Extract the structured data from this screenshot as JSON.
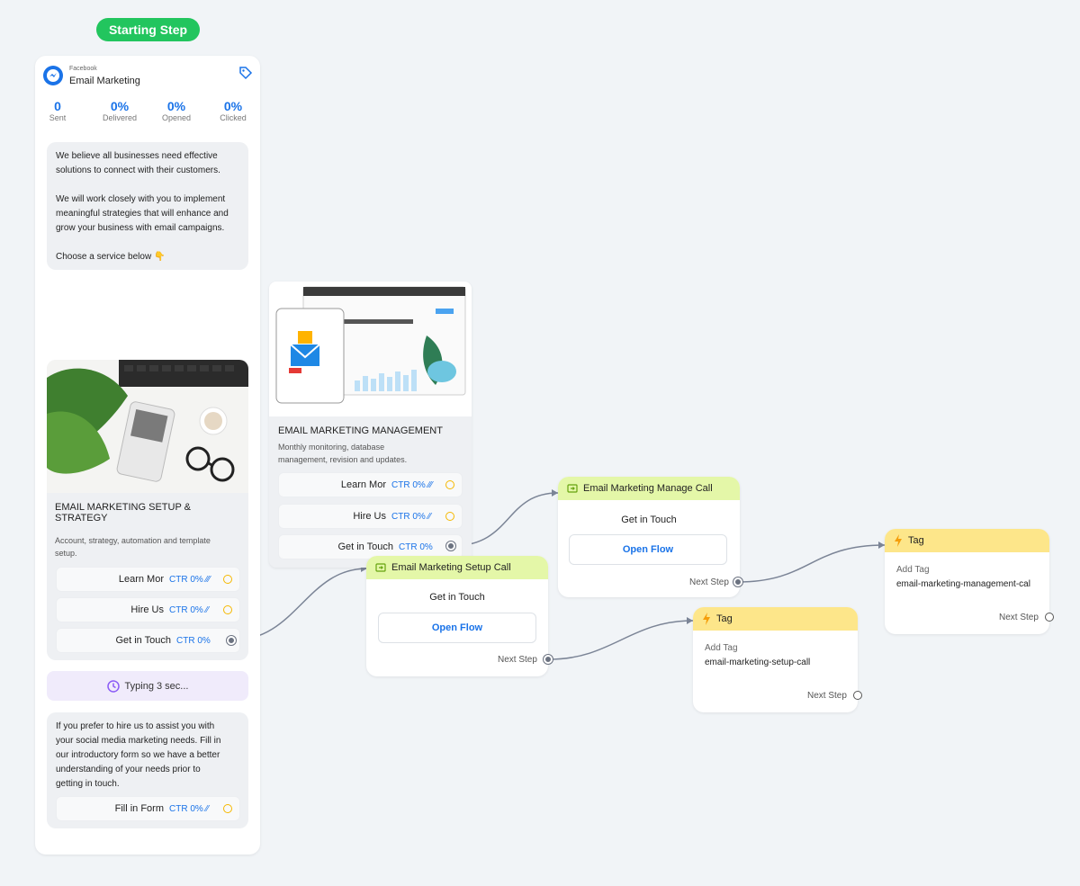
{
  "starting_step": "Starting Step",
  "fb_card": {
    "platform": "Facebook",
    "title": "Email Marketing",
    "stats": [
      {
        "value": "0",
        "label": "Sent"
      },
      {
        "value": "0%",
        "label": "Delivered"
      },
      {
        "value": "0%",
        "label": "Opened"
      },
      {
        "value": "0%",
        "label": "Clicked"
      }
    ],
    "intro_lines": [
      "We believe all businesses need effective",
      "solutions to connect with their customers.",
      "",
      "We will work closely with you to implement",
      "meaningful strategies that will enhance and",
      "grow your business with email campaigns.",
      "",
      "Choose a service below 👇"
    ],
    "setup_card": {
      "title_line1": "EMAIL MARKETING SETUP &",
      "title_line2": "STRATEGY",
      "desc_line1": "Account, strategy, automation and template",
      "desc_line2": "setup.",
      "buttons": [
        {
          "label": "Learn Mor",
          "ctr": "CTR 0% ⁄⁄⁄"
        },
        {
          "label": "Hire Us",
          "ctr": "CTR 0% ⁄⁄"
        },
        {
          "label": "Get in Touch",
          "ctr": "CTR 0%"
        }
      ]
    },
    "typing": "Typing 3 sec...",
    "hire_lines": [
      "If you prefer to hire us to assist you with",
      "your social media marketing needs. Fill in",
      "our introductory form so we have a better",
      "understanding of your needs prior to",
      "getting in touch."
    ],
    "fill_form": {
      "label": "Fill in Form",
      "ctr": "CTR 0% ⁄⁄"
    }
  },
  "mgmt_card": {
    "title": "EMAIL MARKETING MANAGEMENT",
    "desc_line1": "Monthly monitoring, database",
    "desc_line2": "management, revision and updates.",
    "buttons": [
      {
        "label": "Learn Mor",
        "ctr": "CTR 0% ⁄⁄⁄"
      },
      {
        "label": "Hire Us",
        "ctr": "CTR 0% ⁄⁄"
      },
      {
        "label": "Get in Touch",
        "ctr": "CTR 0%"
      }
    ]
  },
  "setup_call": {
    "title": "Email Marketing Setup Call",
    "body": "Get in Touch",
    "button": "Open Flow",
    "next": "Next Step"
  },
  "manage_call": {
    "title": "Email Marketing Manage Call",
    "body": "Get in Touch",
    "button": "Open Flow",
    "next": "Next Step"
  },
  "tag_setup": {
    "title": "Tag",
    "add": "Add Tag",
    "value": "email-marketing-setup-call",
    "next": "Next Step"
  },
  "tag_manage": {
    "title": "Tag",
    "add": "Add Tag",
    "value": "email-marketing-management-cal",
    "next": "Next Step"
  },
  "colors": {
    "accent": "#1a73e8",
    "start": "#22c55e",
    "green_head": "#e4f7a8",
    "yellow_head": "#fde68a"
  }
}
